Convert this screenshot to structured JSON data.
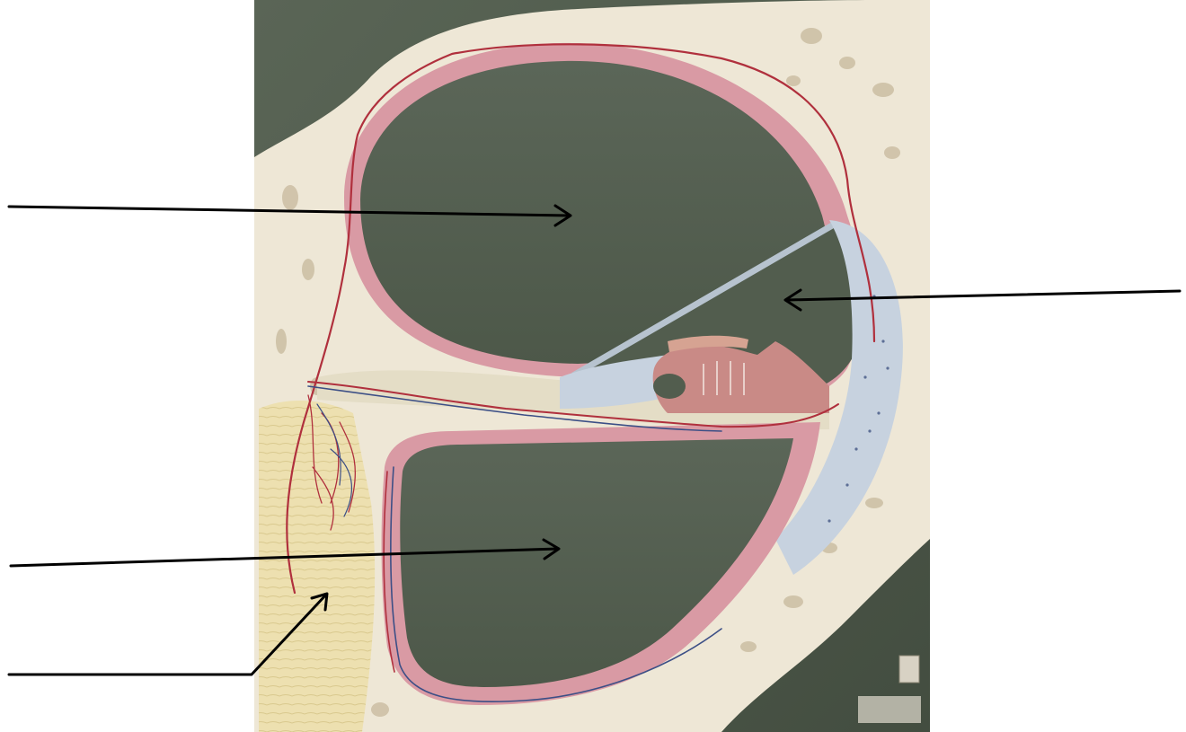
{
  "figure": {
    "kind": "labeled-anatomy-photo",
    "subject_icon": "cochlea-cross-section-model",
    "label_pointers": [
      {
        "id": "pointer-1",
        "label_text": ""
      },
      {
        "id": "pointer-2",
        "label_text": ""
      },
      {
        "id": "pointer-3",
        "label_text": ""
      },
      {
        "id": "pointer-4",
        "label_text": ""
      }
    ]
  },
  "colors": {
    "page_background": "#ffffff",
    "board_background": "#4f5a4b",
    "bone_cream": "#eee7d6",
    "membrane_pink": "#d99aa4",
    "artery_red": "#b0303d",
    "vein_blue": "#3c4f86",
    "ligament_blue": "#c7d2df",
    "nerve_yellow": "#ede0b0",
    "arrow_black": "#000000"
  }
}
